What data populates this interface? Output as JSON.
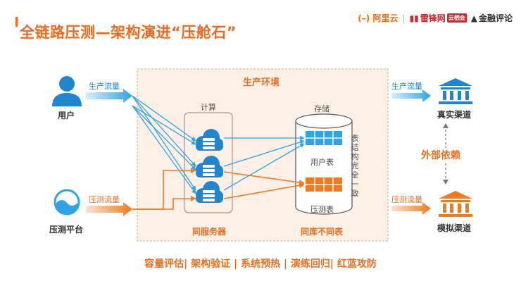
{
  "title": "全链路压测—架构演进“压舱石”",
  "logos": {
    "aliyun": "阿里云",
    "leifeng": "雷锋网",
    "leifeng_badge": "云栖会",
    "jinrong": "金融评论"
  },
  "diagram": {
    "env_title": "生产环境",
    "compute_label": "计算",
    "storage_label": "存储",
    "user_label": "用户",
    "platform_label": "压测平台",
    "prod_traffic_left": "生产流量",
    "test_traffic_left": "压测流量",
    "prod_traffic_right": "生产流量",
    "test_traffic_right": "压测流量",
    "user_table": "用户表",
    "test_table": "压测表",
    "same_structure": "表结构完全一致",
    "same_server": "同服务器",
    "same_db": "同库不同表",
    "real_channel": "真实渠道",
    "mock_channel": "模拟渠道",
    "external_dep": "外部依赖"
  },
  "bottom_caption": "容量评估| 架构验证 | 系统预热 | 演练回归| 红蓝攻防",
  "colors": {
    "accent": "#ee6a1c",
    "blue": "#2fa3e6",
    "orange": "#f07a1c",
    "panel_bg": "#fdf0e6"
  }
}
